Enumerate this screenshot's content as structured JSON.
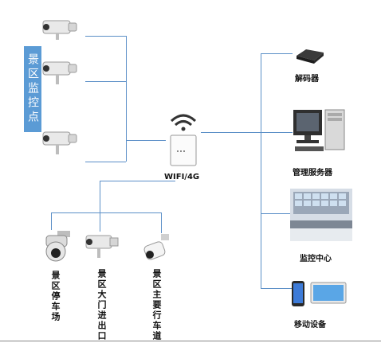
{
  "sidebar_label": "景区监控点",
  "router_label": "WIFI/4G",
  "right_devices": [
    {
      "label": "解码器",
      "icon": "decoder-icon"
    },
    {
      "label": "管理服务器",
      "icon": "server-icon"
    },
    {
      "label": "监控中心",
      "icon": "monitoring-center-icon"
    },
    {
      "label": "移动设备",
      "icon": "mobile-devices-icon"
    }
  ],
  "bottom_cameras": [
    {
      "label": "景区停车场",
      "icon": "dome-camera-icon"
    },
    {
      "label": "景区大门进出口",
      "icon": "bullet-camera-icon"
    },
    {
      "label": "景区主要行车道",
      "icon": "bullet-camera-white-icon"
    }
  ],
  "colors": {
    "line": "#5b8fc7",
    "sidebar": "#5b9bd5"
  }
}
